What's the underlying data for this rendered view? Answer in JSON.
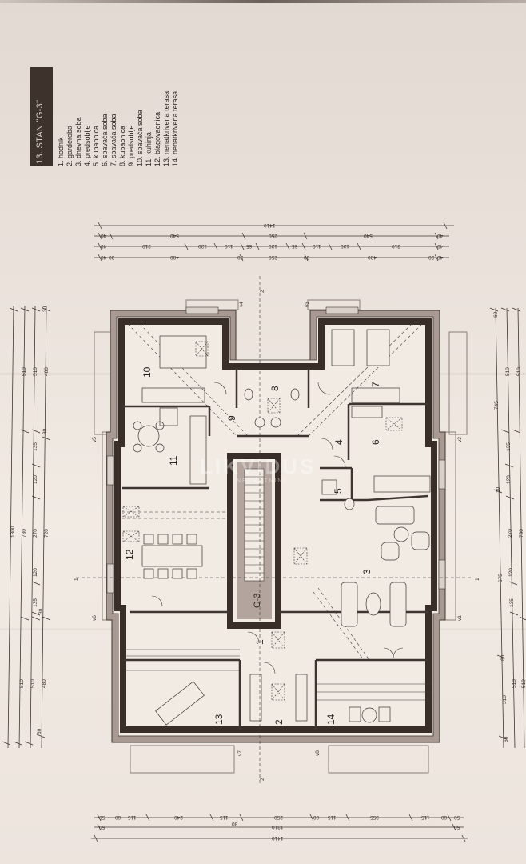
{
  "document": {
    "type": "architectural floor plan",
    "orientation": "rotated 90 degrees counterclockwise",
    "watermark": {
      "brand": "LIKVIDUS",
      "sub": "NEKRETNINE"
    }
  },
  "legend": {
    "title": "13. STAN \"G-3\"",
    "items": [
      {
        "num": "1.",
        "label": "hodnik"
      },
      {
        "num": "2.",
        "label": "garderoba"
      },
      {
        "num": "3.",
        "label": "dnevna soba"
      },
      {
        "num": "4.",
        "label": "predsoblje"
      },
      {
        "num": "5.",
        "label": "kupaonica"
      },
      {
        "num": "6.",
        "label": "spavaća soba"
      },
      {
        "num": "7.",
        "label": "spavaća soba"
      },
      {
        "num": "8.",
        "label": "kupaonica"
      },
      {
        "num": "9.",
        "label": "predsoblje"
      },
      {
        "num": "10.",
        "label": "spavaća soba"
      },
      {
        "num": "11.",
        "label": "kuhinja"
      },
      {
        "num": "12.",
        "label": "blagovaonica"
      },
      {
        "num": "13.",
        "label": "nenatkrivena terasa"
      },
      {
        "num": "14.",
        "label": "nenatkrivena terasa"
      }
    ]
  },
  "rooms": [
    {
      "num": "1"
    },
    {
      "num": "2"
    },
    {
      "num": "3"
    },
    {
      "num": "4"
    },
    {
      "num": "5"
    },
    {
      "num": "6"
    },
    {
      "num": "7"
    },
    {
      "num": "8"
    },
    {
      "num": "9"
    },
    {
      "num": "10"
    },
    {
      "num": "11"
    },
    {
      "num": "12"
    },
    {
      "num": "13"
    },
    {
      "num": "14"
    }
  ],
  "stair_label": "G-3",
  "section_markers": [
    "1",
    "1",
    "2",
    "2"
  ],
  "column_markers": [
    "v1",
    "v2",
    "v3",
    "v4",
    "v5",
    "v6",
    "v7",
    "v8"
  ],
  "dimensions": {
    "top": {
      "row1": [
        "1410"
      ],
      "row2": [
        "40",
        "540",
        "250",
        "540",
        "40"
      ],
      "row3": [
        "40",
        "310",
        "120",
        "110",
        "65",
        "120",
        "65",
        "110",
        "120",
        "310",
        "40"
      ],
      "row4": [
        "40",
        "30",
        "480",
        "30",
        "250",
        "30",
        "480",
        "30",
        "40"
      ]
    },
    "bottom": {
      "row1": [
        "50",
        "60",
        "115",
        "240",
        "115",
        "30",
        "250",
        "60",
        "115",
        "355",
        "115",
        "60",
        "50"
      ],
      "row2": [
        "50",
        "1310",
        "50"
      ],
      "row3": [
        "1410"
      ]
    },
    "left": {
      "row1": [
        "1800"
      ],
      "row2": [
        "510",
        "780",
        "510"
      ],
      "row3": [
        "510",
        "135",
        "120",
        "270",
        "120",
        "135",
        "510"
      ],
      "row4": [
        "30",
        "480",
        "30",
        "720",
        "30",
        "480",
        "30"
      ]
    },
    "right": {
      "row1": [
        "60",
        "745",
        "10",
        "675",
        "60",
        "310",
        "60"
      ],
      "row2": [
        "510",
        "135",
        "120",
        "270",
        "120",
        "135",
        "510"
      ],
      "row3": [
        "510",
        "780",
        "510"
      ]
    }
  },
  "colors": {
    "paper": "#ece4dd",
    "wall_dark": "#3a2e29",
    "wall_light": "#a89a92",
    "line": "#3f3530"
  }
}
